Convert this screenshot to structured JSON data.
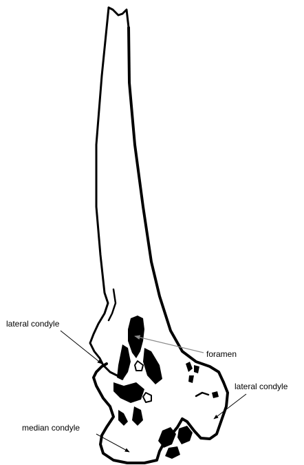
{
  "labels": {
    "lateral_condyle_left": "lateral condyle",
    "foramen": "foramen",
    "lateral_condyle_right": "lateral condyle",
    "median_condyle": "median condyle"
  },
  "colors": {
    "line": "#000000",
    "foramen_leader": "#8a8a8a",
    "background": "#ffffff"
  }
}
